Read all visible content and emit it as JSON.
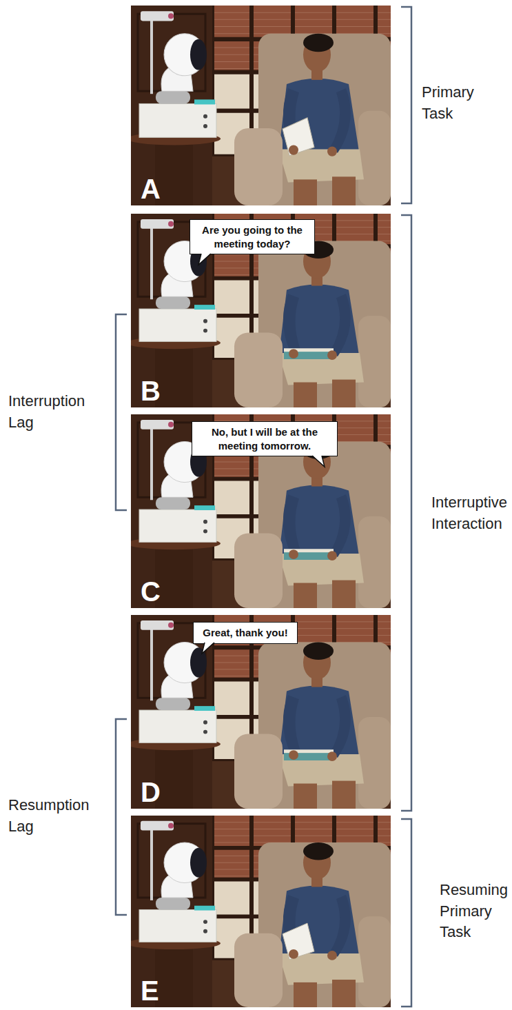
{
  "diagram": {
    "nodes": [
      {
        "text": [
          "A"
        ]
      },
      {
        "text": [
          "B"
        ]
      },
      {
        "text": [
          "Are you going to the meeting today?"
        ],
        "in": 1
      },
      {
        "text": [
          "C"
        ]
      },
      {
        "text": [
          "No, but I will be at the meeting tomorrow."
        ],
        "in": 3
      },
      {
        "text": [
          "D"
        ]
      },
      {
        "text": [
          "Great, thank you!"
        ],
        "in": 5
      },
      {
        "text": [
          "E"
        ]
      }
    ],
    "labels": [
      "Primary Task",
      "Interruption Lag",
      "Interruptive Interaction",
      "Resumption Lag",
      "Resuming Primary Task"
    ]
  }
}
